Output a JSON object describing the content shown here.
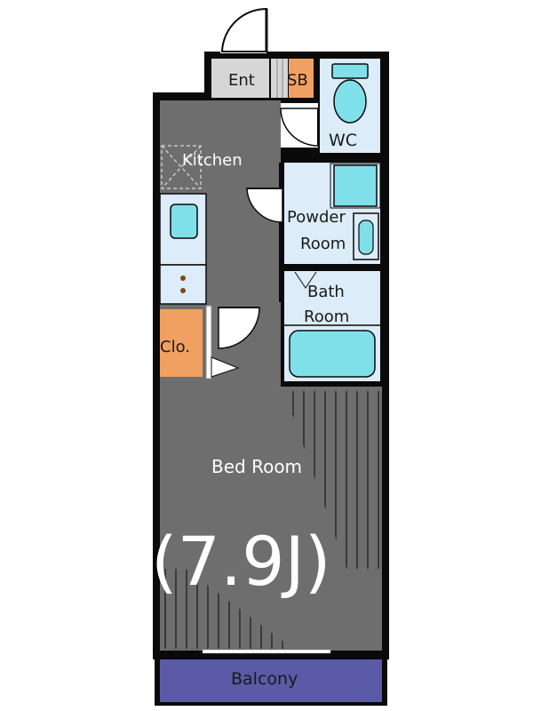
{
  "rooms": {
    "entrance": "Ent",
    "shoe_box": "SB",
    "wc": "WC",
    "kitchen": "Kitchen",
    "powder_room": [
      "Powder",
      "Room"
    ],
    "bath_room": [
      "Bath",
      "Room"
    ],
    "closet": "Clo.",
    "bed_room": "Bed Room",
    "bed_room_size": "(7.9J)",
    "balcony": "Balcony"
  },
  "colors": {
    "wall": "#0a0a0a",
    "floor_dark": "#6e6e6e",
    "entrance_floor": "#d6d6d6",
    "wet_area": "#dcecf8",
    "fixture": "#7fe0ea",
    "closet": "#f0a060",
    "balcony": "#5a5aa6"
  }
}
